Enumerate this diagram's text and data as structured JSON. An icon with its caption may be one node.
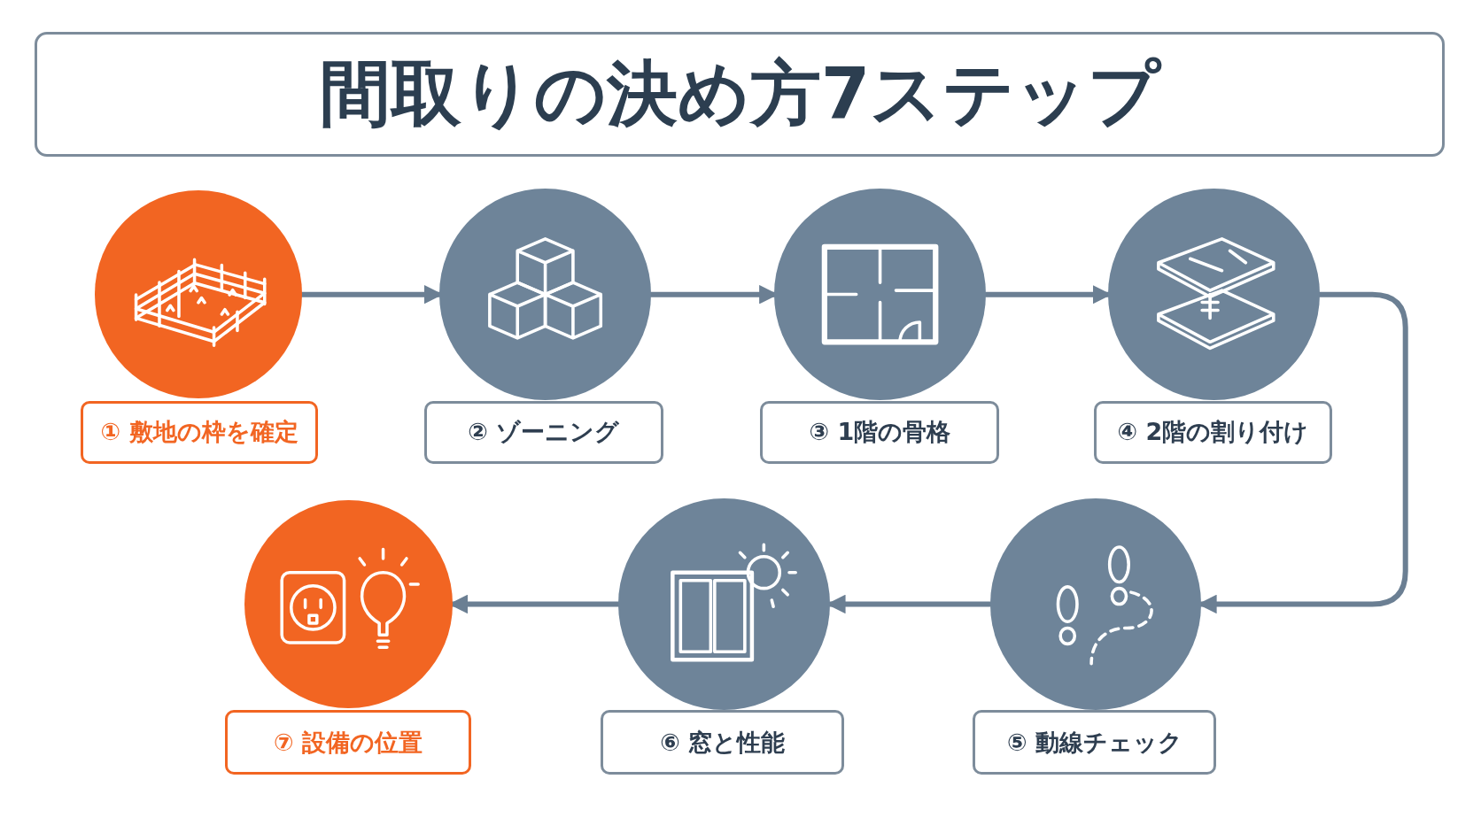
{
  "diagram": {
    "title": "間取りの決め方7ステップ",
    "nodes": [
      {
        "text": [],
        "shape": "circle"
      },
      {
        "text": [
          "① 敷地の枠を確定"
        ]
      },
      {
        "text": [],
        "shape": "circle"
      },
      {
        "text": [
          "② ゾーニング"
        ]
      },
      {
        "text": [],
        "shape": "circle"
      },
      {
        "text": [
          "③ 1階の骨格"
        ]
      },
      {
        "text": [],
        "shape": "circle"
      },
      {
        "text": [
          "④ 2階の割り付け"
        ]
      },
      {
        "text": [],
        "shape": "circle"
      },
      {
        "text": [
          "⑤ 動線チェック"
        ]
      },
      {
        "text": [],
        "shape": "circle"
      },
      {
        "text": [
          "⑥ 窓と性能"
        ]
      },
      {
        "text": [],
        "shape": "circle"
      },
      {
        "text": [
          "⑦ 設備の位置"
        ]
      }
    ],
    "edges": [
      {
        "from": 0,
        "to": 2,
        "arrow": "to"
      },
      {
        "from": 2,
        "to": 4,
        "arrow": "to"
      },
      {
        "from": 4,
        "to": 6,
        "arrow": "to"
      },
      {
        "from": 6,
        "to": 8,
        "arrow": "to"
      },
      {
        "from": 8,
        "to": 10,
        "arrow": "to"
      },
      {
        "from": 10,
        "to": 12,
        "arrow": "to"
      }
    ]
  }
}
